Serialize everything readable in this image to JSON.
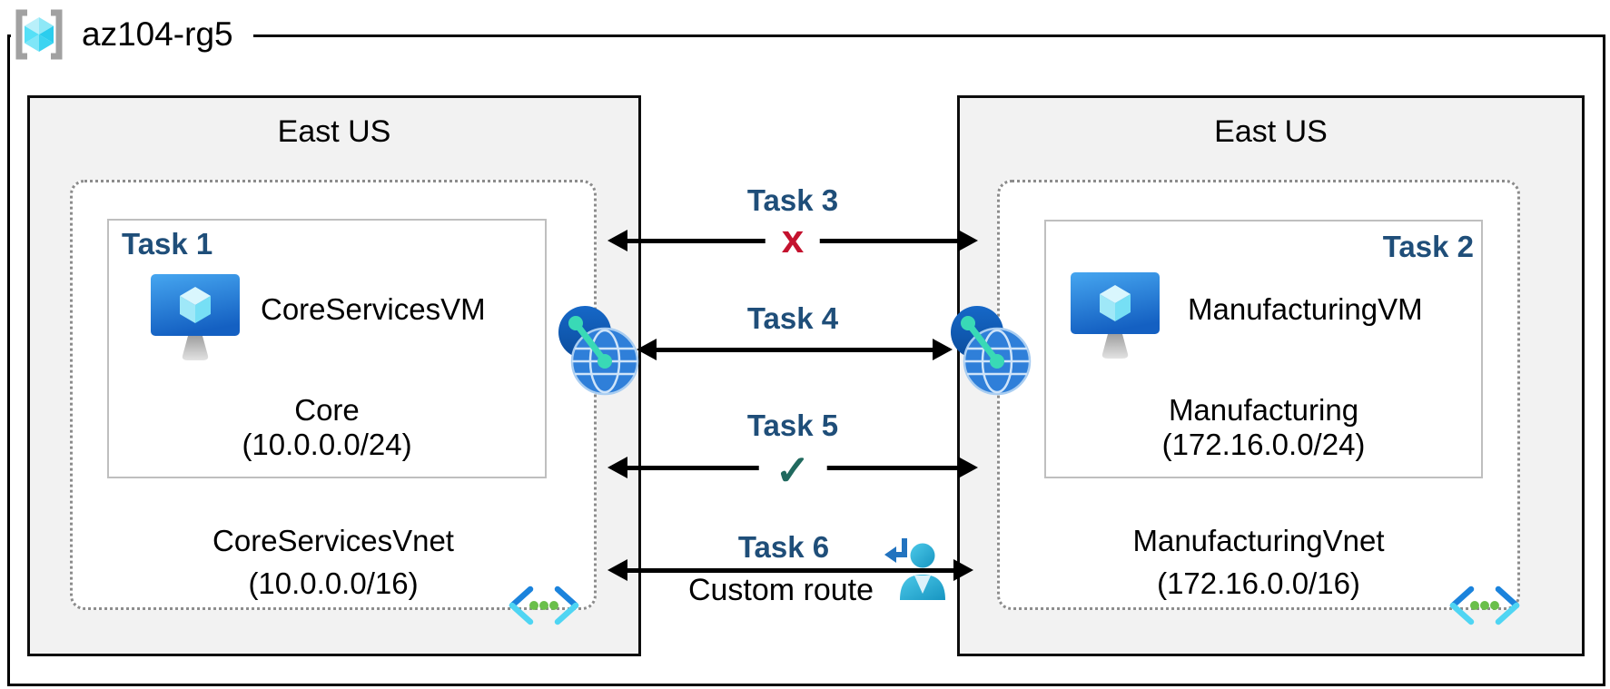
{
  "resource_group": {
    "name": "az104-rg5"
  },
  "regions": {
    "left": {
      "title": "East US",
      "vnet": {
        "name": "CoreServicesVnet",
        "cidr": "(10.0.0.0/16)"
      },
      "subnet": {
        "task_label": "Task 1",
        "vm_name": "CoreServicesVM",
        "name": "Core",
        "cidr": "(10.0.0.0/24)"
      }
    },
    "right": {
      "title": "East US",
      "vnet": {
        "name": "ManufacturingVnet",
        "cidr": "(172.16.0.0/16)"
      },
      "subnet": {
        "task_label": "Task 2",
        "vm_name": "ManufacturingVM",
        "name": "Manufacturing",
        "cidr": "(172.16.0.0/24)"
      }
    }
  },
  "connections": [
    {
      "label": "Task 3",
      "marker": "x"
    },
    {
      "label": "Task 4",
      "marker": ""
    },
    {
      "label": "Task 5",
      "marker": "✓"
    },
    {
      "label": "Task 6",
      "marker": "",
      "sublabel": "Custom route"
    }
  ],
  "colors": {
    "task_label": "#1f4e79",
    "blocked_x": "#c4122e",
    "allowed_check": "#20695e",
    "region_bg": "#f2f2f2",
    "arrow": "#000000"
  }
}
